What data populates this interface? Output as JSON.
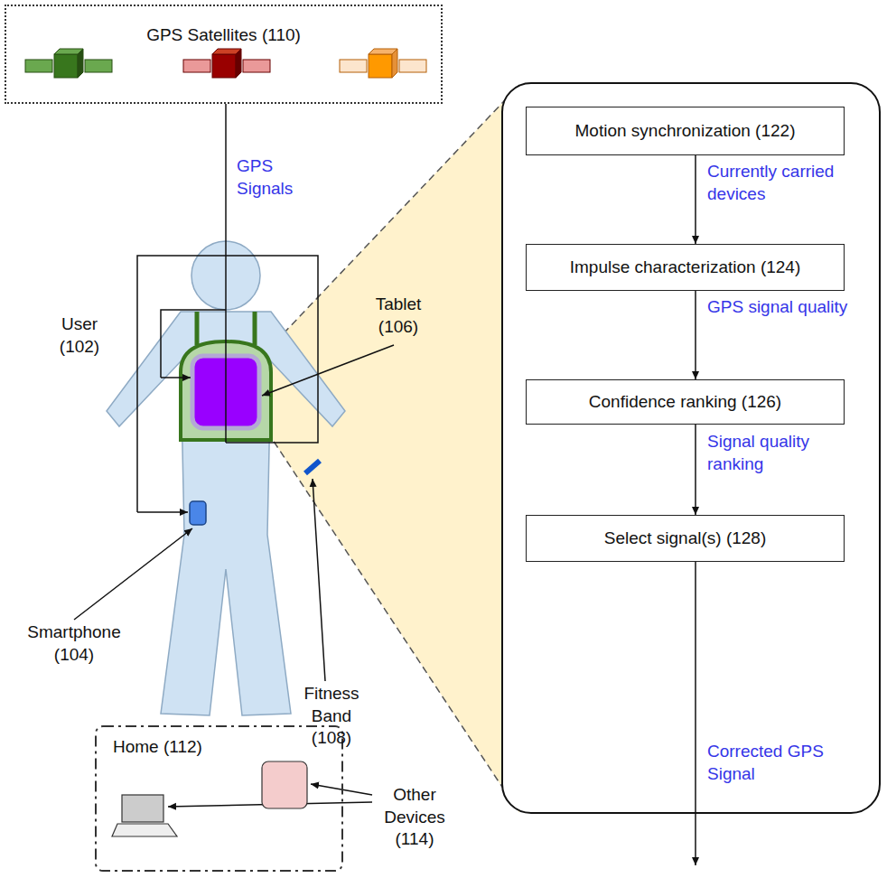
{
  "diagram": {
    "nodes": [
      {
        "text": [
          "GPS Satellites (110)"
        ]
      },
      {
        "text": [
          "Motion synchronization (122)"
        ]
      },
      {
        "text": [
          "Impulse characterization (124)"
        ]
      },
      {
        "text": [
          "Confidence ranking (126)"
        ]
      },
      {
        "text": [
          "Select signal(s) (128)"
        ]
      },
      {
        "text": [
          "Home (112)"
        ]
      }
    ],
    "edges": [
      {
        "from": 1,
        "to": 2,
        "label": "Currently carried devices",
        "arrow": "to"
      },
      {
        "from": 2,
        "to": 3,
        "label": "GPS signal quality",
        "arrow": "to"
      },
      {
        "from": 3,
        "to": 4,
        "label": "Signal quality ranking",
        "arrow": "to"
      }
    ],
    "labels": [
      "GPS Signals",
      "User (102)",
      "Tablet (106)",
      "Smartphone (104)",
      "Fitness Band (108)",
      "Other Devices (114)",
      "Corrected GPS Signal"
    ]
  }
}
